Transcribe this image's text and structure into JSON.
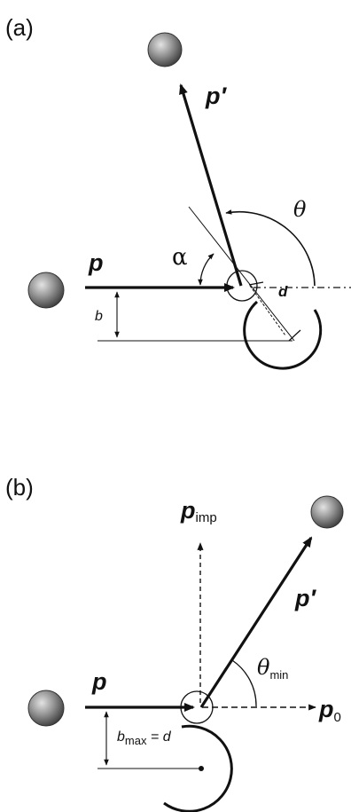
{
  "panel_a": {
    "label": "(a)",
    "p_label": "p",
    "p_prime_label": "p′",
    "theta_label": "θ",
    "alpha_label": "α",
    "b_label": "b",
    "d_label": "d"
  },
  "panel_b": {
    "label": "(b)",
    "p_label": "p",
    "p_imp_main": "p",
    "p_imp_sub": "imp",
    "p_prime_label": "p′",
    "p0_main": "p",
    "p0_sub": "0",
    "theta_min_main": "θ",
    "theta_min_sub": "min",
    "bmax_main": "b",
    "bmax_sub": "max",
    "bmax_rest": " = d"
  },
  "colors": {
    "ink": "#111111",
    "sphere_light": "#d9d9d9",
    "sphere_mid": "#8c8c8c",
    "sphere_dark": "#3a3a3a"
  }
}
